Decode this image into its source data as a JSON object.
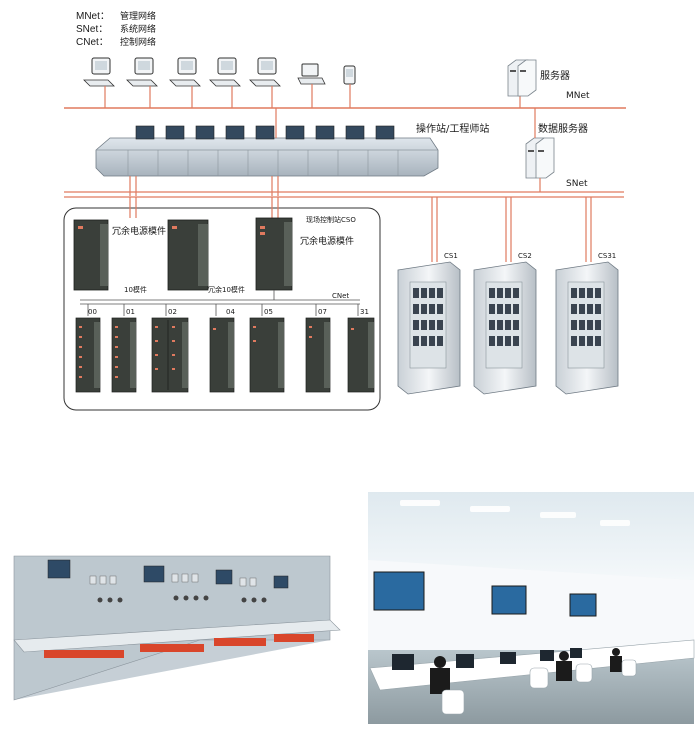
{
  "legend": [
    {
      "key": "MNet：",
      "desc": "管理网络"
    },
    {
      "key": "SNet：",
      "desc": "系统网络"
    },
    {
      "key": "CNet：",
      "desc": "控制网络"
    }
  ],
  "labels": {
    "server": "服务器",
    "mnet": "MNet",
    "operator_station": "操作站/工程师站",
    "data_server": "数据服务器",
    "snet": "SNet",
    "field_station": "现场控制站CSO",
    "redundant_power_1": "冗余电源模件",
    "redundant_power_2": "冗余电源模件",
    "io_module": "10模件",
    "redundant_io": "冗余10模件",
    "cnet": "CNet"
  },
  "cabinets": [
    "CS1",
    "CS2",
    "CS31"
  ],
  "slots": [
    "00",
    "01",
    "02",
    "04",
    "05",
    "07",
    "31"
  ],
  "colors": {
    "network_line": "#e07a5f",
    "module_dark": "#3a3f3a",
    "cabinet_body": "#e9edf0"
  }
}
